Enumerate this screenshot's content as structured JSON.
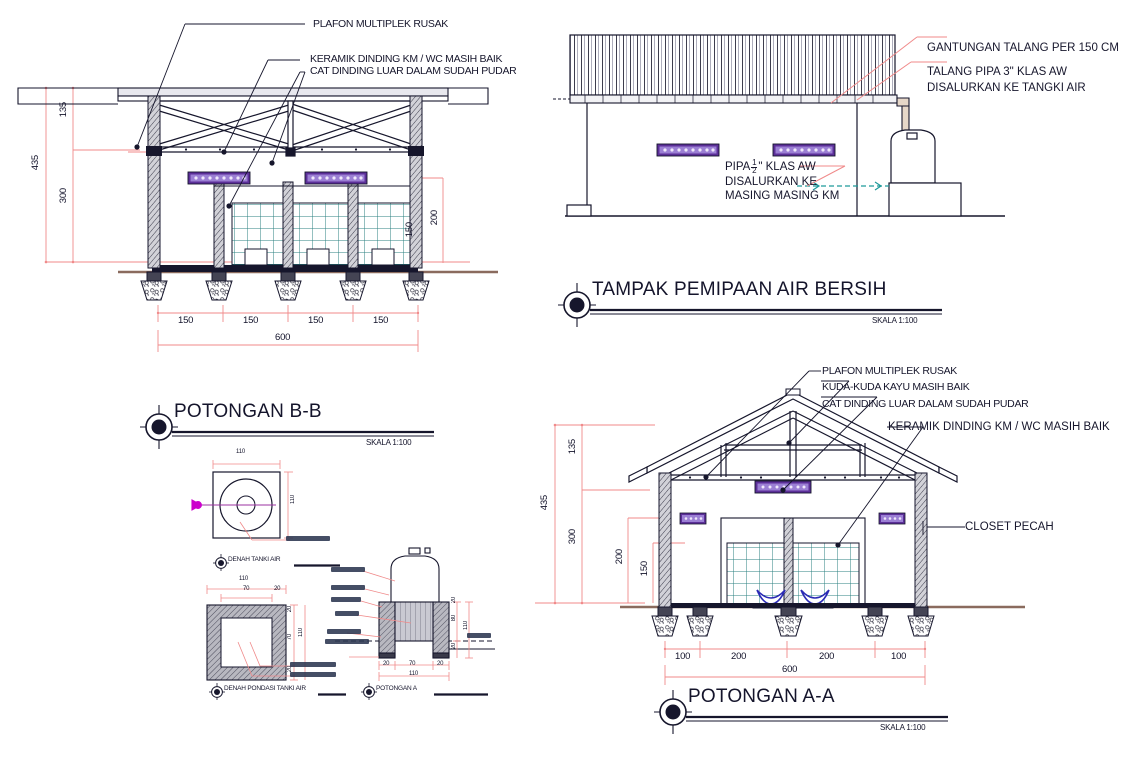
{
  "sheet": {
    "bg": "#ffffff",
    "line_color": "#16162c",
    "dim_color": "#f08a8a",
    "accent_purple": "#7a4fb5",
    "accent_teal": "#2b8080",
    "accent_blue": "#2b2bb5",
    "magenta": "#cc00cc"
  },
  "views": {
    "potongan_bb": {
      "title": "POTONGAN B-B",
      "scale": "SKALA 1:100",
      "notes": [
        {
          "text": "PLAFON MULTIPLEK RUSAK"
        },
        {
          "text": "KERAMIK DINDING KM / WC MASIH BAIK"
        },
        {
          "text": "CAT DINDING LUAR DALAM SUDAH PUDAR"
        }
      ],
      "dims_vertical": [
        "435",
        "135",
        "300"
      ],
      "dims_right": [
        "200",
        "150"
      ],
      "dims_bottom": [
        "150",
        "150",
        "150",
        "150"
      ],
      "dim_total": "600"
    },
    "tampak_pemipaan": {
      "title": "TAMPAK PEMIPAAN AIR BERSIH",
      "scale": "SKALA 1:100",
      "notes": [
        {
          "text": "GANTUNGAN TALANG PER 150 CM"
        },
        {
          "text": "TALANG PIPA 3\" KLAS AW"
        },
        {
          "text": "DISALURKAN KE TANGKI AIR"
        }
      ],
      "pipe_note": {
        "line1_pre": "PIPA ",
        "line1_frac_num": "1",
        "line1_frac_den": "2",
        "line1_post": "\" KLAS AW",
        "line2": "DISALURKAN KE",
        "line3": "MASING MASING KM"
      }
    },
    "potongan_aa": {
      "title": "POTONGAN A-A",
      "scale": "SKALA 1:100",
      "notes": [
        {
          "text": "PLAFON MULTIPLEK RUSAK"
        },
        {
          "text": "KUDA-KUDA KAYU MASIH BAIK"
        },
        {
          "text": "CAT DINDING LUAR DALAM SUDAH PUDAR"
        },
        {
          "text": "KERAMIK DINDING KM / WC MASIH BAIK"
        },
        {
          "text": "CLOSET PECAH"
        }
      ],
      "dims_vertical": [
        "435",
        "135",
        "300"
      ],
      "dims_inner": [
        "200",
        "150"
      ],
      "dims_bottom": [
        "100",
        "200",
        "200",
        "100"
      ],
      "dim_total": "600"
    },
    "denah_tanki_air": {
      "title": "DENAH TANKI AIR",
      "dim_top": "110",
      "dim_right": "110"
    },
    "denah_pondasi_tanki_air": {
      "title": "DENAH PONDASI TANKI AIR",
      "dim_top_outer": "110",
      "dim_top_inner": "70",
      "dim_top_side": "20",
      "dim_right_outer": "110",
      "dim_right_inner": "70",
      "dim_right_top": "20",
      "dim_right_bottom": "20"
    },
    "potongan_a_detail": {
      "title": "POTONGAN A",
      "dims_bottom": [
        "20",
        "70",
        "20"
      ],
      "dim_total": "110",
      "dims_right": [
        "20",
        "80",
        "110",
        "20",
        "20"
      ]
    }
  }
}
